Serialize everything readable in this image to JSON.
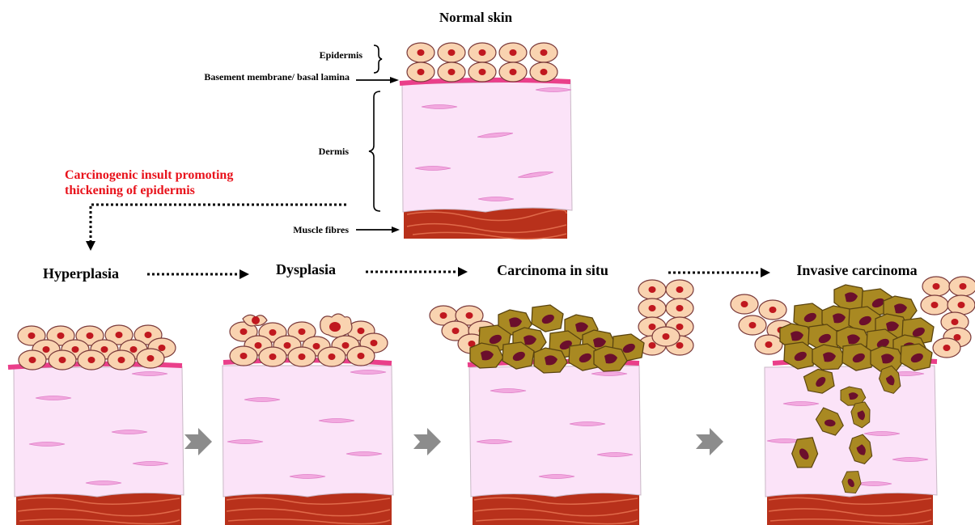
{
  "title": "Normal skin",
  "labels": {
    "epidermis": "Epidermis",
    "basement_membrane": "Basement membrane/  basal lamina",
    "dermis": "Dermis",
    "muscle_fibres": "Muscle fibres",
    "insult_line1": "Carcinogenic insult promoting",
    "insult_line2": "thickening of epidermis"
  },
  "stages": [
    {
      "label": "Hyperplasia"
    },
    {
      "label": "Dysplasia"
    },
    {
      "label": "Carcinoma in situ"
    },
    {
      "label": "Invasive carcinoma"
    }
  ],
  "colors": {
    "insult_text": "#e8121b",
    "cell_fill": "#f9d3b0",
    "cell_stroke": "#7b3b3b",
    "nucleus": "#c0181f",
    "tumor_fill": "#a98922",
    "tumor_stroke": "#5a4410",
    "tumor_nucleus": "#6b0f2c",
    "membrane": "#ea3f8a",
    "dermis": "#fbe3f8",
    "fibroblast": "#f2a9df",
    "muscle": "#b8311b",
    "arrow_gray": "#8c8c8c"
  }
}
